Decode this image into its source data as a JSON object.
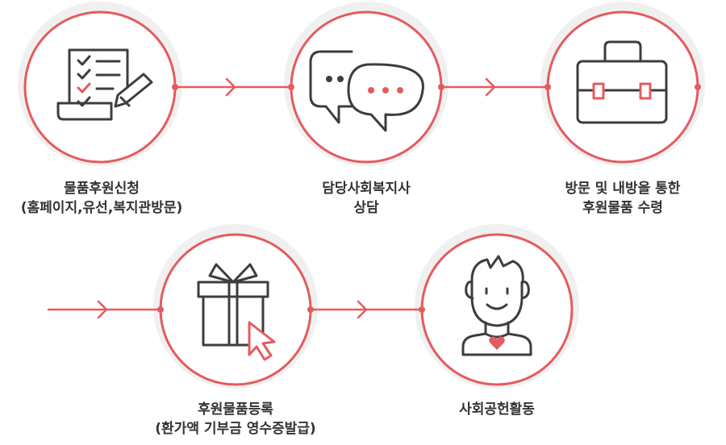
{
  "colors": {
    "accent": "#e45b5f",
    "icon_stroke": "#3d3d3d",
    "halo": "#f0f0f0",
    "text": "#333333"
  },
  "steps": [
    {
      "icon": "checklist-pencil-icon",
      "lines": [
        "물품후원신청",
        "(홈페이지,유선,복지관방문)"
      ]
    },
    {
      "icon": "chat-bubbles-icon",
      "lines": [
        "담당사회복지사",
        "상담"
      ]
    },
    {
      "icon": "briefcase-icon",
      "lines": [
        "방문 및 내방을 통한",
        "후원물품 수령"
      ]
    },
    {
      "icon": "gift-cursor-icon",
      "lines": [
        "후원물품등록",
        "(환가액 기부금 영수증발급)"
      ]
    },
    {
      "icon": "person-heart-icon",
      "lines": [
        "사회공헌활동"
      ]
    }
  ]
}
